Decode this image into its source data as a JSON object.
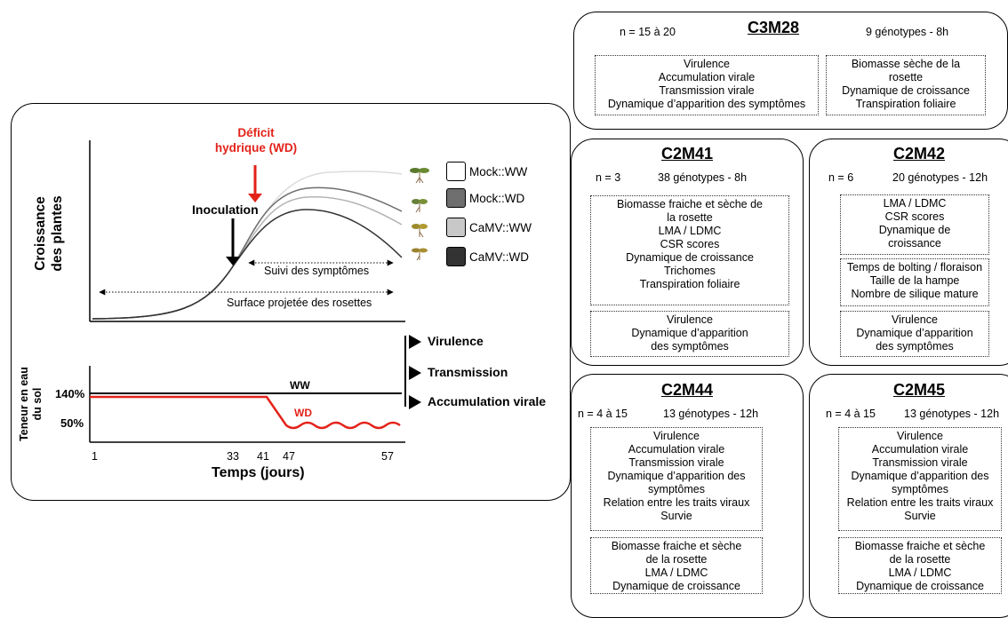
{
  "left_panel": {
    "deficit_label_line1": "Déficit",
    "deficit_label_line2": "hydrique (WD)",
    "inoculation_label": "Inoculation",
    "growth_ylabel_line1": "Croissance",
    "growth_ylabel_line2": "des plantes",
    "suivi_label": "Suivi des symptômes",
    "surface_label": "Surface projetée des rosettes",
    "legend": [
      {
        "label": "Mock::WW",
        "color": "#ffffff"
      },
      {
        "label": "Mock::WD",
        "color": "#6e6e6e"
      },
      {
        "label": "CaMV::WW",
        "color": "#c8c8c8"
      },
      {
        "label": "CaMV::WD",
        "color": "#333333"
      }
    ],
    "water_ylabel_line1": "Teneur en eau",
    "water_ylabel_line2": "du sol",
    "tick_140": "140%",
    "tick_50": "50%",
    "ww_label": "WW",
    "wd_label": "WD",
    "x_ticks": [
      "1",
      "33",
      "41",
      "47",
      "57"
    ],
    "xlabel": "Temps (jours)",
    "measures": [
      "Virulence",
      "Transmission",
      "Accumulation virale"
    ],
    "colors": {
      "deficit": "#e32219"
    }
  },
  "experiments": {
    "c3m28": {
      "title": "C3M28",
      "n": "n =  15 à 20",
      "info": "9 génotypes - 8h",
      "box1": [
        "Virulence",
        "Accumulation virale",
        "Transmission virale",
        "Dynamique d’apparition des symptômes"
      ],
      "box2": [
        "Biomasse sèche de la",
        "rosette",
        "Dynamique de croissance",
        "Transpiration foliaire"
      ]
    },
    "c2m41": {
      "title": "C2M41",
      "n": "n =  3",
      "info": "38 génotypes - 8h",
      "box1": [
        "Biomasse fraiche et sèche de",
        "la rosette",
        "LMA / LDMC",
        "CSR scores",
        "Dynamique de croissance",
        "Trichomes",
        "Transpiration foliaire"
      ],
      "box2": [
        "Virulence",
        "Dynamique d’apparition",
        "des symptômes"
      ]
    },
    "c2m42": {
      "title": "C2M42",
      "n": "n =  6",
      "info": "20 génotypes - 12h",
      "box1": [
        "LMA / LDMC",
        "CSR scores",
        "Dynamique de",
        "croissance"
      ],
      "box2": [
        "Temps de bolting / floraison",
        "Taille de la hampe",
        "Nombre de silique mature"
      ],
      "box3": [
        "Virulence",
        "Dynamique d’apparition",
        "des symptômes"
      ]
    },
    "c2m44": {
      "title": "C2M44",
      "n": "n =  4 à 15",
      "info": "13 génotypes - 12h",
      "box1": [
        "Virulence",
        "Accumulation virale",
        "Transmission virale",
        "Dynamique d’apparition des",
        "symptômes",
        "Relation entre les traits viraux",
        "Survie"
      ],
      "box2": [
        "Biomasse fraiche et sèche",
        "de la rosette",
        "LMA / LDMC",
        "Dynamique de croissance"
      ]
    },
    "c2m45": {
      "title": "C2M45",
      "n": "n =  4 à 15",
      "info": "13 génotypes - 12h",
      "box1": [
        "Virulence",
        "Accumulation virale",
        "Transmission virale",
        "Dynamique d’apparition des",
        "symptômes",
        "Relation entre les traits viraux",
        "Survie"
      ],
      "box2": [
        "Biomasse fraiche et sèche",
        "de la rosette",
        "LMA / LDMC",
        "Dynamique de croissance"
      ]
    }
  }
}
